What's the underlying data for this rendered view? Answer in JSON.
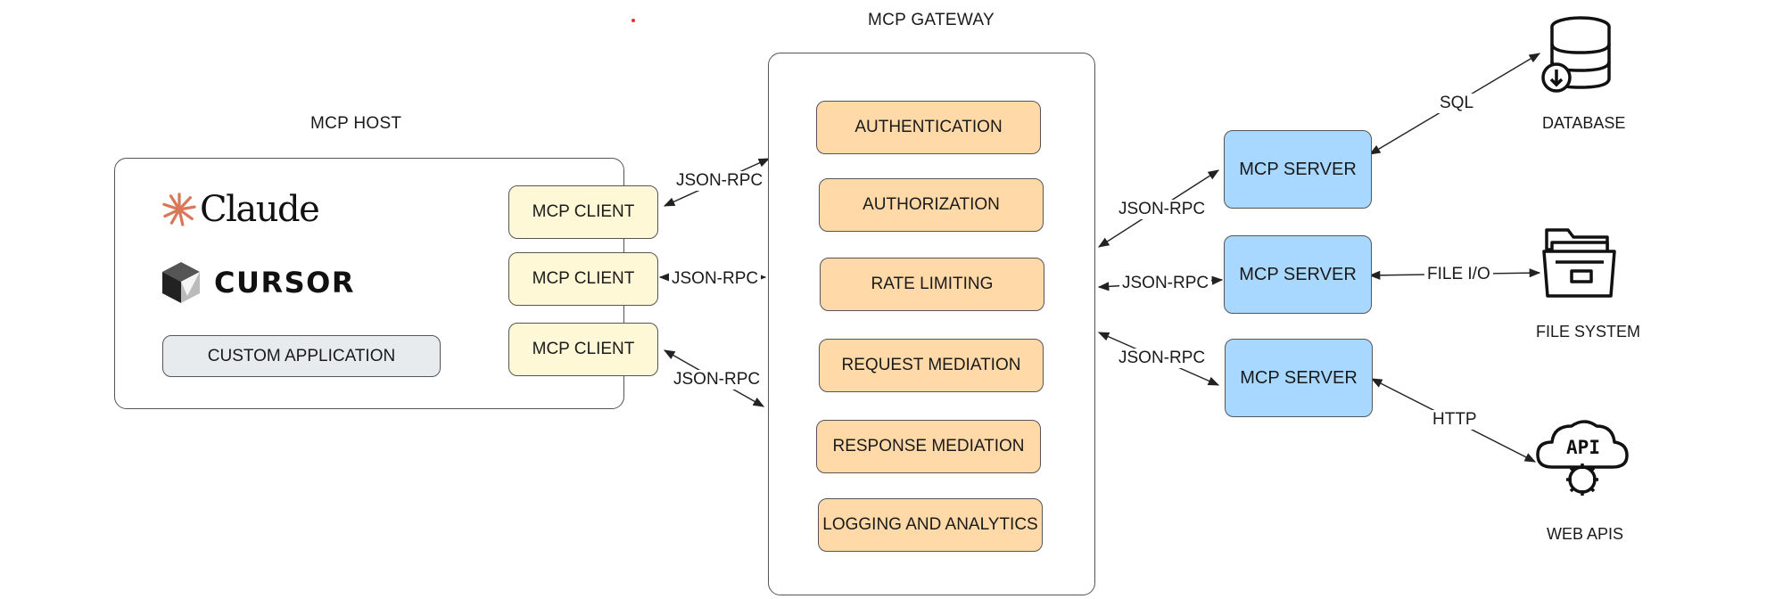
{
  "host": {
    "title": "MCP HOST",
    "apps": {
      "claude": "Claude",
      "cursor": "CURSOR",
      "custom": "CUSTOM APPLICATION"
    },
    "clients": [
      "MCP CLIENT",
      "MCP CLIENT",
      "MCP CLIENT"
    ]
  },
  "gateway": {
    "title": "MCP GATEWAY",
    "modules": [
      "AUTHENTICATION",
      "AUTHORIZATION",
      "RATE LIMITING",
      "REQUEST MEDIATION",
      "RESPONSE MEDIATION",
      "LOGGING AND ANALYTICS"
    ]
  },
  "servers": [
    "MCP SERVER",
    "MCP SERVER",
    "MCP SERVER"
  ],
  "connections": {
    "client_to_gateway": [
      "JSON-RPC",
      "JSON-RPC",
      "JSON-RPC"
    ],
    "gateway_to_server": [
      "JSON-RPC",
      "JSON-RPC",
      "JSON-RPC"
    ],
    "server_to_resource": [
      "SQL",
      "FILE I/O",
      "HTTP"
    ]
  },
  "resources": {
    "database": {
      "label": "DATABASE",
      "icon": "database-icon"
    },
    "filesystem": {
      "label": "FILE SYSTEM",
      "icon": "folder-icon"
    },
    "webapi": {
      "label": "WEB APIS",
      "icon": "api-cloud-icon",
      "glyph": "API"
    }
  },
  "colors": {
    "client": "#fff8d6",
    "gateway_module": "#ffd9a8",
    "server": "#a8d8ff",
    "custom_app": "#e8ebee",
    "claude_accent": "#d97757",
    "stray_dot": "#dd3333"
  }
}
